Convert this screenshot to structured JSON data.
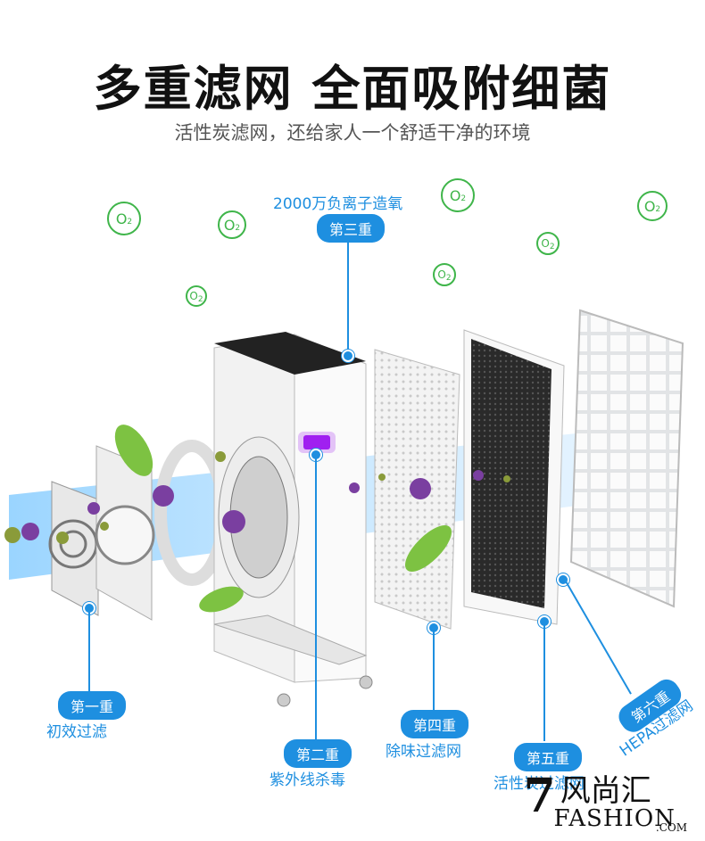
{
  "header": {
    "title": "多重滤网 全面吸附细菌",
    "subtitle": "活性炭滤网，还给家人一个舒适干净的环境"
  },
  "oxygen": {
    "top_label": "2000万负离子造氧",
    "symbol": "O",
    "sub": "2"
  },
  "stages": [
    {
      "pill": "第一重",
      "label": "初效过滤"
    },
    {
      "pill": "第二重",
      "label": "紫外线杀毒"
    },
    {
      "pill": "第三重",
      "label": ""
    },
    {
      "pill": "第四重",
      "label": "除味过滤网"
    },
    {
      "pill": "第五重",
      "label": "活性炭过滤网"
    },
    {
      "pill": "第六重",
      "label": "HEPA过滤网"
    }
  ],
  "watermark": {
    "logo": "7",
    "brand_cn": "风尚汇",
    "brand_en": "FASHION",
    "tld": ".COM"
  },
  "colors": {
    "accent": "#1e8fe0",
    "oxygen": "#3fb54a",
    "uv": "#a020f0",
    "bacteria": "#7a3fa0"
  }
}
